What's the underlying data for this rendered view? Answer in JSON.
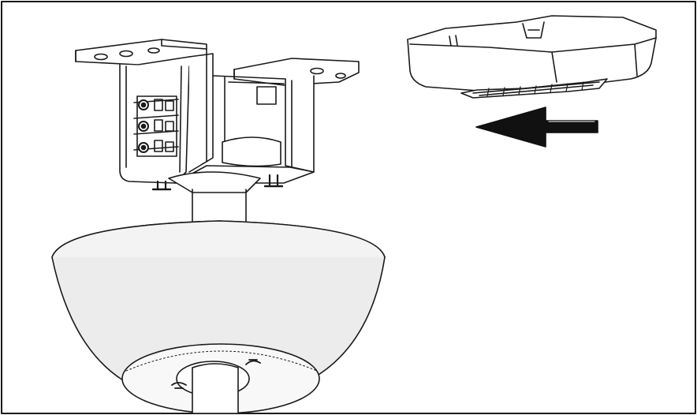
{
  "diagram": {
    "components": [
      {
        "id": "mounting-bracket",
        "icon": "ceiling-mounting-bracket"
      },
      {
        "id": "terminal-block",
        "icon": "wire-terminal-block"
      },
      {
        "id": "receiver-module",
        "icon": "remote-receiver-box"
      },
      {
        "id": "canopy",
        "icon": "dome-canopy"
      },
      {
        "id": "downrod",
        "icon": "downrod-pipe"
      },
      {
        "id": "direction-arrow",
        "icon": "left-arrow",
        "direction": "left"
      }
    ],
    "colors": {
      "line": "#1a1a1a",
      "canopy_fill": "#ececec",
      "background": "#ffffff"
    }
  }
}
